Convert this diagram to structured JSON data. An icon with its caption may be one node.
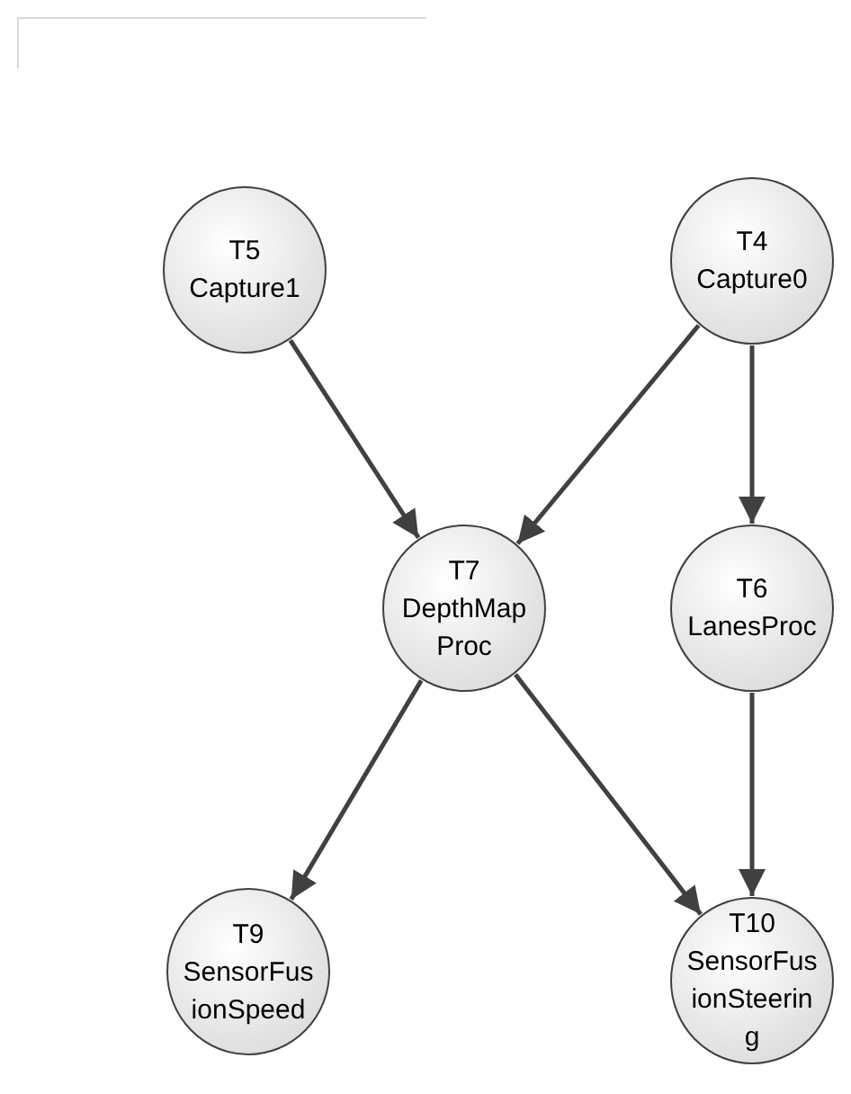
{
  "diagram": {
    "nodes": [
      {
        "text": [
          "T5",
          "Capture1"
        ]
      },
      {
        "text": [
          "T4",
          "Capture0"
        ]
      },
      {
        "text": [
          "T7",
          "DepthMapProc"
        ]
      },
      {
        "text": [
          "T6",
          "LanesProc"
        ]
      },
      {
        "text": [
          "T9",
          "SensorFusionSpeed"
        ]
      },
      {
        "text": [
          "T10",
          "SensorFusionSteering"
        ]
      }
    ],
    "edges": [
      {
        "from": 0,
        "to": 2,
        "arrow": "to"
      },
      {
        "from": 1,
        "to": 2,
        "arrow": "to"
      },
      {
        "from": 1,
        "to": 3,
        "arrow": "to"
      },
      {
        "from": 2,
        "to": 4,
        "arrow": "to"
      },
      {
        "from": 2,
        "to": 5,
        "arrow": "to"
      },
      {
        "from": 3,
        "to": 5,
        "arrow": "to"
      }
    ]
  }
}
